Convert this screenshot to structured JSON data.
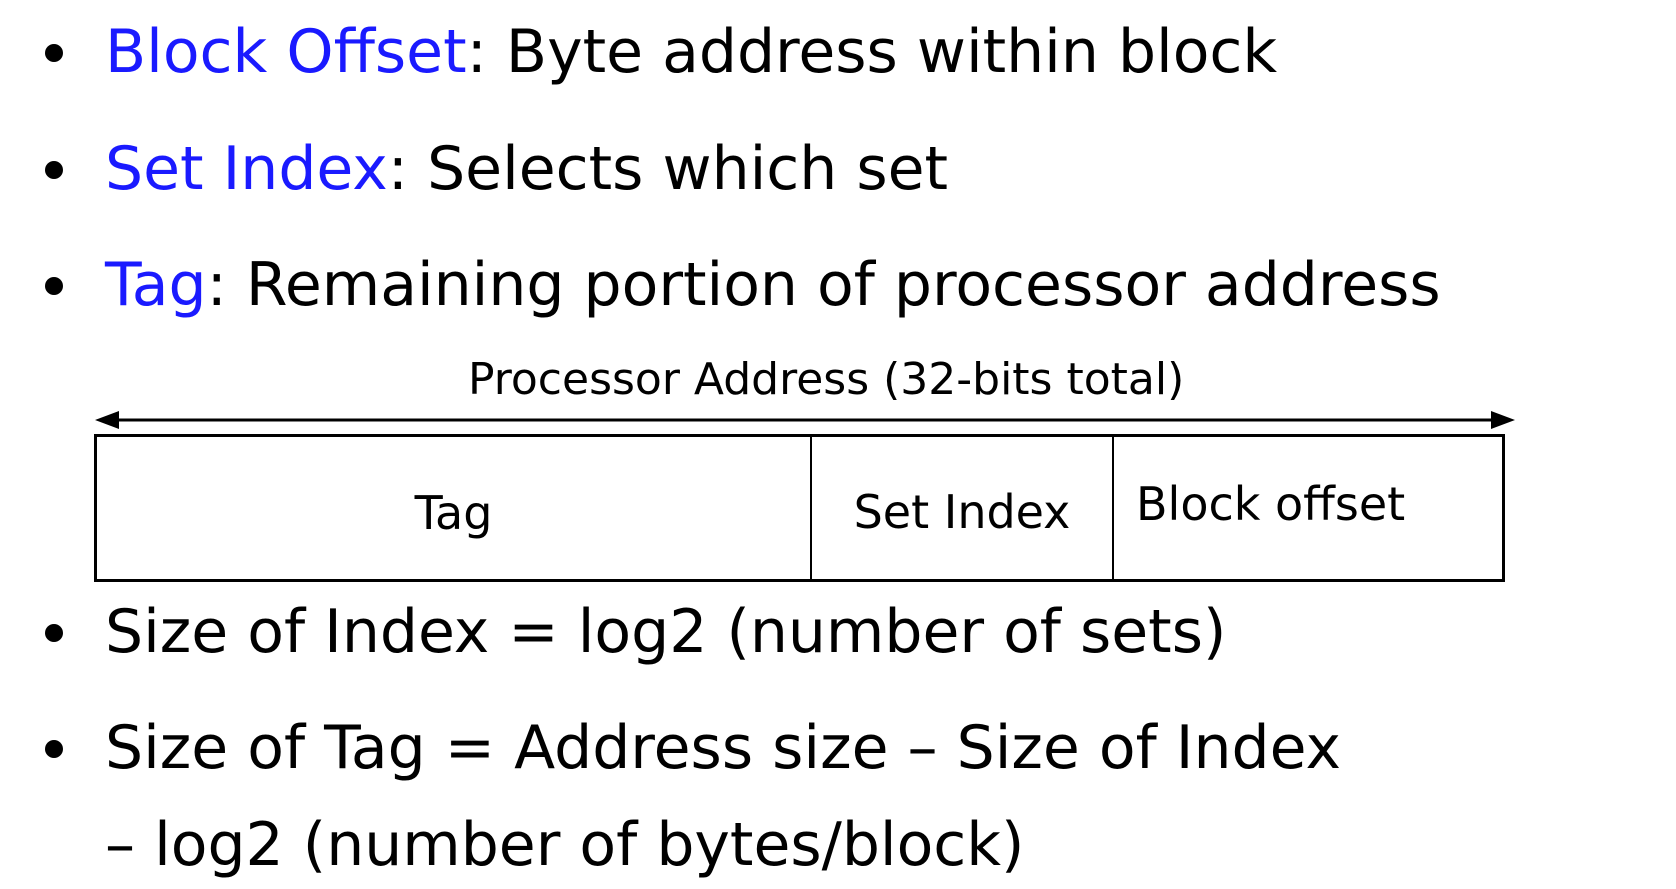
{
  "bullets": [
    {
      "term": "Block Offset",
      "text": ": Byte address within block"
    },
    {
      "term": "Set Index",
      "text": ": Selects which set"
    },
    {
      "term": "Tag",
      "text": ": Remaining portion of processor address"
    }
  ],
  "address_diagram": {
    "caption": "Processor Address (32-bits total)",
    "fields": {
      "tag": "Tag",
      "set_index": "Set Index",
      "block_offset": "Block offset"
    }
  },
  "formulas": {
    "index_size": "Size of Index = log2 (number of sets)",
    "tag_size_line1": "Size of Tag = Address size – Size of Index",
    "tag_size_line2": "– log2 (number of bytes/block)"
  },
  "colors": {
    "term": "#1a1aff",
    "text": "#000000"
  }
}
